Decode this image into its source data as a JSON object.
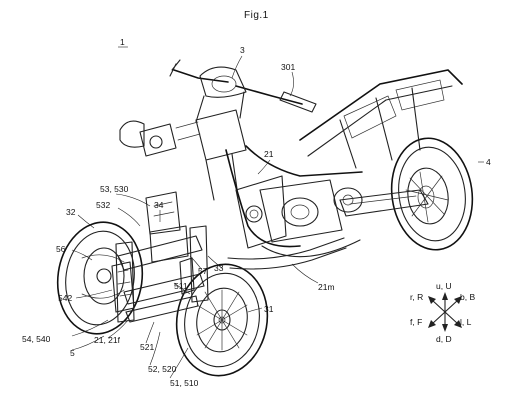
{
  "figure_title": "Fig.1",
  "reference_numerals": [
    {
      "id": "n1",
      "text": "1",
      "underline": true
    },
    {
      "id": "n3",
      "text": "3"
    },
    {
      "id": "n301",
      "text": "301"
    },
    {
      "id": "n21",
      "text": "21"
    },
    {
      "id": "n4",
      "text": "4"
    },
    {
      "id": "n53",
      "text": "53, 530"
    },
    {
      "id": "n532",
      "text": "532"
    },
    {
      "id": "n34",
      "text": "34"
    },
    {
      "id": "n32",
      "text": "32"
    },
    {
      "id": "n56",
      "text": "56"
    },
    {
      "id": "n57",
      "text": "57"
    },
    {
      "id": "n33",
      "text": "33"
    },
    {
      "id": "n511",
      "text": "511"
    },
    {
      "id": "n542",
      "text": "542"
    },
    {
      "id": "n21m",
      "text": "21m"
    },
    {
      "id": "n31",
      "text": "31"
    },
    {
      "id": "n54",
      "text": "54, 540"
    },
    {
      "id": "n21f",
      "text": "21, 21f"
    },
    {
      "id": "n521",
      "text": "521"
    },
    {
      "id": "n5",
      "text": "5"
    },
    {
      "id": "n52",
      "text": "52, 520"
    },
    {
      "id": "n51",
      "text": "51, 510"
    }
  ],
  "direction_compass": {
    "up": "u, U",
    "rear": "r, R",
    "back": "b, B",
    "front": "f, F",
    "left": "l, L",
    "down": "d, D"
  }
}
